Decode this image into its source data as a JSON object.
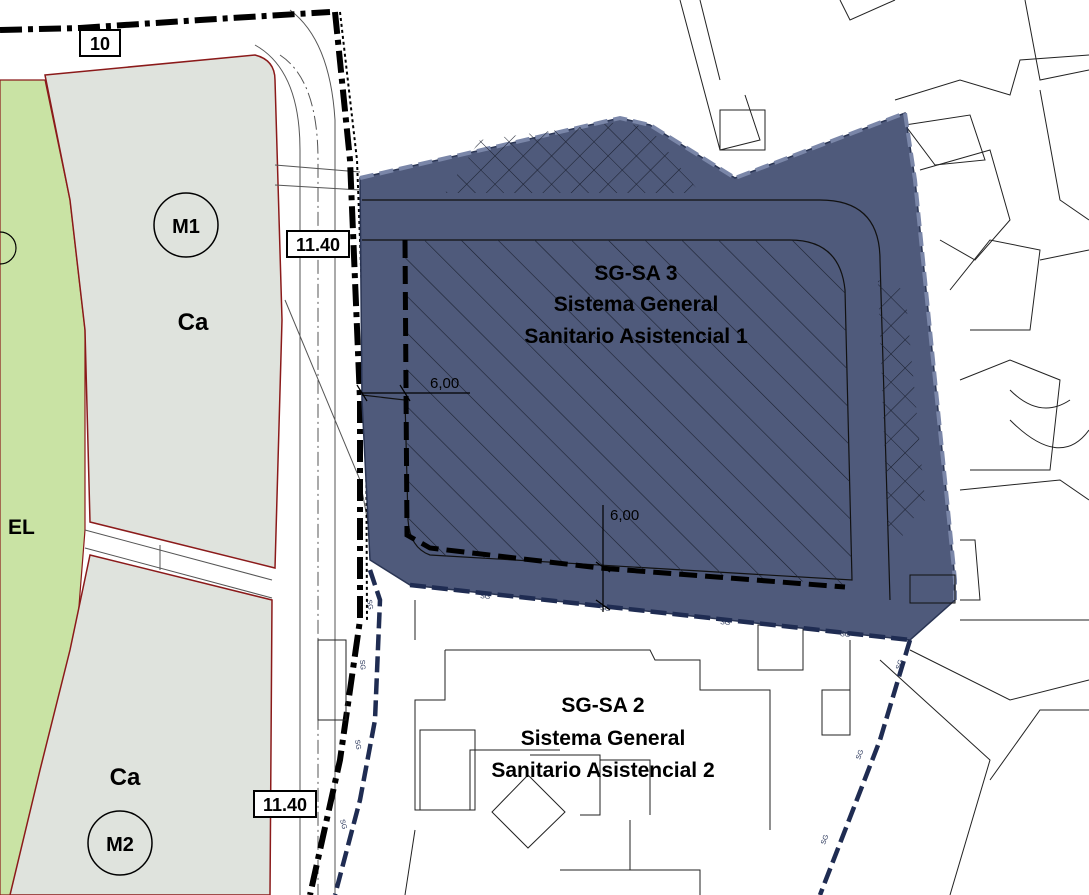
{
  "plots": {
    "m1": {
      "code": "M1",
      "use": "Ca"
    },
    "m2": {
      "code": "M2",
      "use": "Ca"
    },
    "green": {
      "label": "EL"
    }
  },
  "street_widths": {
    "top": "10",
    "mid": "11.40",
    "bottom": "11.40"
  },
  "dimensions": {
    "left_setback": "6,00",
    "bottom_setback": "6,00"
  },
  "sg_sa3": {
    "code": "SG-SA 3",
    "line1": "Sistema General",
    "line2": "Sanitario Asistencial 1"
  },
  "sg_sa2": {
    "code": "SG-SA 2",
    "line1": "Sistema General",
    "line2": "Sanitario Asistencial 2"
  },
  "boundary_marker": "SG",
  "colors": {
    "sg_fill": "#4f5a7b",
    "plot_fill": "#dfe3dd",
    "plot_border": "#8b1a1a",
    "green_fill": "#c9e3a4"
  }
}
